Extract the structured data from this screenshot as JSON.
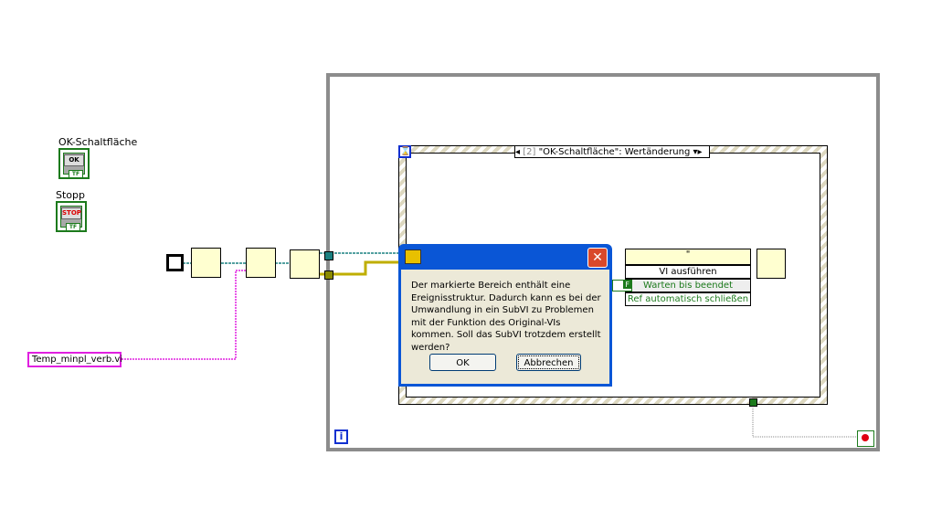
{
  "controls": [
    {
      "label": "OK-Schaltfläche",
      "button_text": "OK",
      "tf": "TF"
    },
    {
      "label": "Stopp",
      "button_text": "STOP",
      "tf": "TF"
    }
  ],
  "string_constant": "Temp_minpl_verb.vi",
  "event_selector": {
    "index": "[2]",
    "case": "\"OK-Schaltfläche\": Wertänderung"
  },
  "property_node": {
    "header": "\"",
    "items": [
      "VI ausführen",
      "Warten bis beendet",
      "Ref automatisch schließen"
    ],
    "bool_const": "F"
  },
  "loop_iteration": "i",
  "dialog": {
    "message": "Der markierte Bereich enthält eine Ereignisstruktur. Dadurch kann es bei der Umwandlung in ein SubVI zu Problemen mit der Funktion des Original-VIs kommen. Soll das SubVI trotzdem erstellt werden?",
    "ok": "OK",
    "cancel": "Abbrechen",
    "close": "✕"
  },
  "colors": {
    "title_bar": "#0a56d6",
    "wire_ref": "#1a8080",
    "wire_error": "#bfae00",
    "wire_string": "#e020e0",
    "loop_border": "#8c8c8c"
  }
}
